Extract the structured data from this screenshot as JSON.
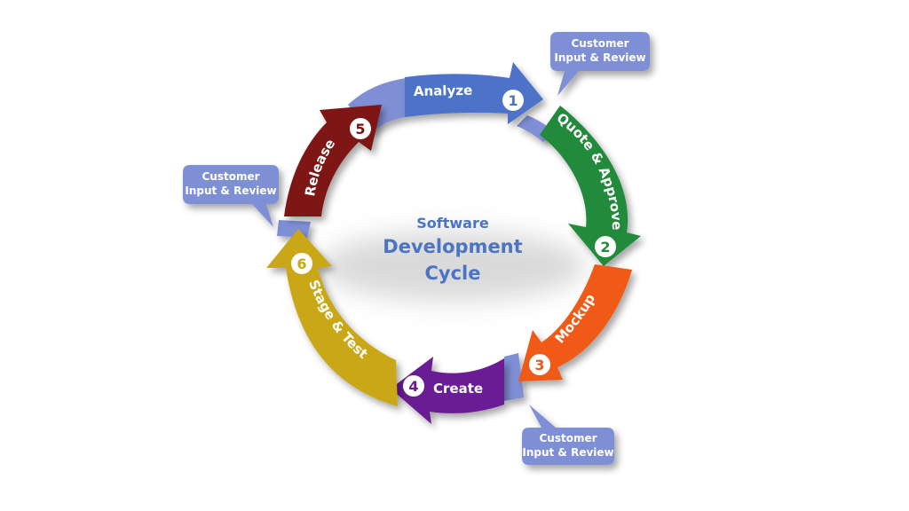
{
  "center": {
    "line1": "Software",
    "line2": "Development",
    "line3": "Cycle"
  },
  "steps": [
    {
      "num": "1",
      "label": "Analyze",
      "color": "#4e73c9"
    },
    {
      "num": "2",
      "label": "Quote & Approve",
      "color": "#238a3b"
    },
    {
      "num": "3",
      "label": "Mockup",
      "color": "#f05a12"
    },
    {
      "num": "4",
      "label": "Create",
      "color": "#6b1a94"
    },
    {
      "num": "5",
      "label": "Release",
      "color": "#7e1212"
    },
    {
      "num": "6",
      "label": "Stage & Test",
      "color": "#c9a713"
    }
  ],
  "bubbles": [
    {
      "line1": "Customer",
      "line2": "Input & Review"
    },
    {
      "line1": "Customer",
      "line2": "Input & Review"
    },
    {
      "line1": "Customer",
      "line2": "Input & Review"
    }
  ],
  "colors": {
    "connector": "#7f8fd6",
    "bubble": "#7f8fd6",
    "title": "#4a74c4"
  }
}
